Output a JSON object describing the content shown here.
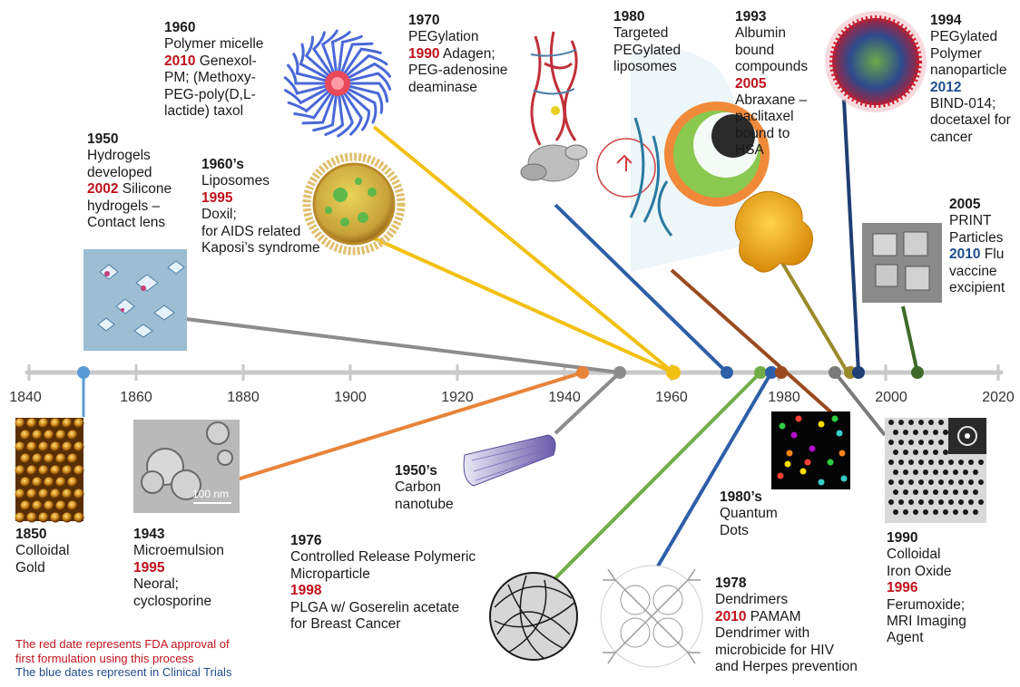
{
  "axis": {
    "ticks": [
      "1840",
      "1860",
      "1880",
      "1900",
      "1920",
      "1940",
      "1960",
      "1980",
      "2000",
      "2020"
    ]
  },
  "colors": {
    "axis": "#c9c9c9",
    "grey": "#8c8c8c",
    "blue_marker": "#5b9bd5",
    "orange": "#e8833a",
    "yellow": "#f2c010",
    "dark_blue": "#2d5fa8",
    "green": "#70ad47",
    "brown": "#9a4a1e",
    "olive": "#9a8a2a",
    "navy": "#1f3e74",
    "dark_green": "#3f6b2a",
    "red_date": "#c0121b",
    "blue_date": "#1f4e8c"
  },
  "milestones": {
    "hydrogels": {
      "year": "1950",
      "lines": [
        "Hydrogels",
        "developed"
      ],
      "fda_year": "2002",
      "fda_lines": [
        " Silicone",
        "hydrogels –",
        "Contact lens"
      ]
    },
    "micelle": {
      "year": "1960",
      "lines": [
        "Polymer micelle"
      ],
      "fda_year": "2010",
      "fda_lines": [
        " Genexol-",
        "PM; (Methoxy-",
        "PEG-poly(D,L-",
        "lactide) taxol"
      ]
    },
    "liposomes": {
      "year": "1960’s",
      "lines": [
        "Liposomes"
      ],
      "fda_year": "1995",
      "fda_lines": [
        "Doxil;",
        "for AIDS related",
        "Kaposi’s syndrome"
      ]
    },
    "pegylation": {
      "year": "1970",
      "lines": [
        "PEGylation"
      ],
      "fda_year": "1990",
      "fda_lines": [
        " Adagen;",
        "PEG-adenosine",
        "deaminase"
      ]
    },
    "targeted_liposomes": {
      "year": "1980",
      "lines": [
        "Targeted",
        "PEGylated",
        "liposomes"
      ]
    },
    "albumin": {
      "year": "1993",
      "lines": [
        "Albumin",
        "bound",
        "compounds"
      ],
      "fda_year": "2005",
      "fda_lines": [
        "Abraxane –",
        "paclitaxel",
        "bound to",
        "HSA"
      ]
    },
    "pegylated_np": {
      "year": "1994",
      "lines": [
        "PEGylated",
        "Polymer",
        "nanoparticle"
      ],
      "trial_year": "2012",
      "trial_lines": [
        "BIND-014;",
        "docetaxel for",
        "cancer"
      ]
    },
    "print": {
      "year": "2005",
      "lines": [
        "PRINT",
        "Particles"
      ],
      "trial_year": "2010",
      "trial_lines": [
        " Flu",
        "vaccine",
        "excipient"
      ]
    },
    "gold": {
      "year": "1850",
      "lines": [
        "Colloidal",
        "Gold"
      ]
    },
    "microemulsion": {
      "year": "1943",
      "lines": [
        "Microemulsion"
      ],
      "fda_year": "1995",
      "fda_lines": [
        "Neoral;",
        "cyclosporine"
      ],
      "scale_label": "100 nm"
    },
    "nanotube": {
      "year": "1950’s",
      "lines": [
        "Carbon",
        "nanotube"
      ]
    },
    "microparticle": {
      "year": "1976",
      "lines": [
        "Controlled Release Polymeric",
        "Microparticle"
      ],
      "fda_year": "1998",
      "fda_lines": [
        "PLGA w/ Goserelin acetate",
        "for Breast Cancer"
      ]
    },
    "dendrimers": {
      "year": "1978",
      "lines": [
        "Dendrimers"
      ],
      "trial_year": "2010",
      "trial_lines": [
        " PAMAM",
        "Dendrimer with",
        "microbicide for HIV",
        "and Herpes prevention"
      ]
    },
    "quantum": {
      "year": "1980’s",
      "lines": [
        "Quantum",
        "Dots"
      ]
    },
    "iron_oxide": {
      "year": "1990",
      "lines": [
        "Colloidal",
        "Iron Oxide"
      ],
      "fda_year": "1996",
      "fda_lines": [
        "Ferumoxide;",
        "MRI Imaging",
        "Agent"
      ]
    }
  },
  "legend": {
    "red_text_1": "The red date represents FDA approval of",
    "red_text_2": "first formulation using this process",
    "blue_text": "The blue dates represent in Clinical Trials"
  }
}
